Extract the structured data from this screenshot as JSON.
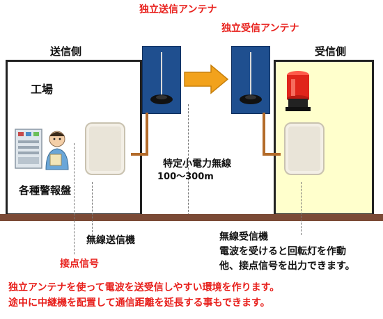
{
  "sender": {
    "heading": "送信側",
    "factory_label": "工場",
    "panel_label": "各種警報盤",
    "device_label": "無線送信機"
  },
  "receiver": {
    "heading": "受信側",
    "device_label": "無線受信機",
    "device_desc_1": "電波を受けると回転灯を作動",
    "device_desc_2": "他、接点信号を出力できます。"
  },
  "antennas": {
    "tx_label": "独立送信アンテナ",
    "rx_label": "独立受信アンテナ"
  },
  "link": {
    "label": "特定小電力無線",
    "range": "100〜300m"
  },
  "contact_signal": "接点信号",
  "footer": {
    "line1": "独立アンテナを使って電波を送受信しやすい環境を作ります。",
    "line2": "途中に中継機を配置して通信距離を延長する事もできます。"
  },
  "colors": {
    "label_red": "#e8201c",
    "receiver_bg": "#ffffcc",
    "antenna_bg": "#1f4f8f",
    "arrow": "#f2a21c",
    "ground": "#7b4a36",
    "wire": "#b36b2a",
    "lamp": "#e0251b"
  }
}
